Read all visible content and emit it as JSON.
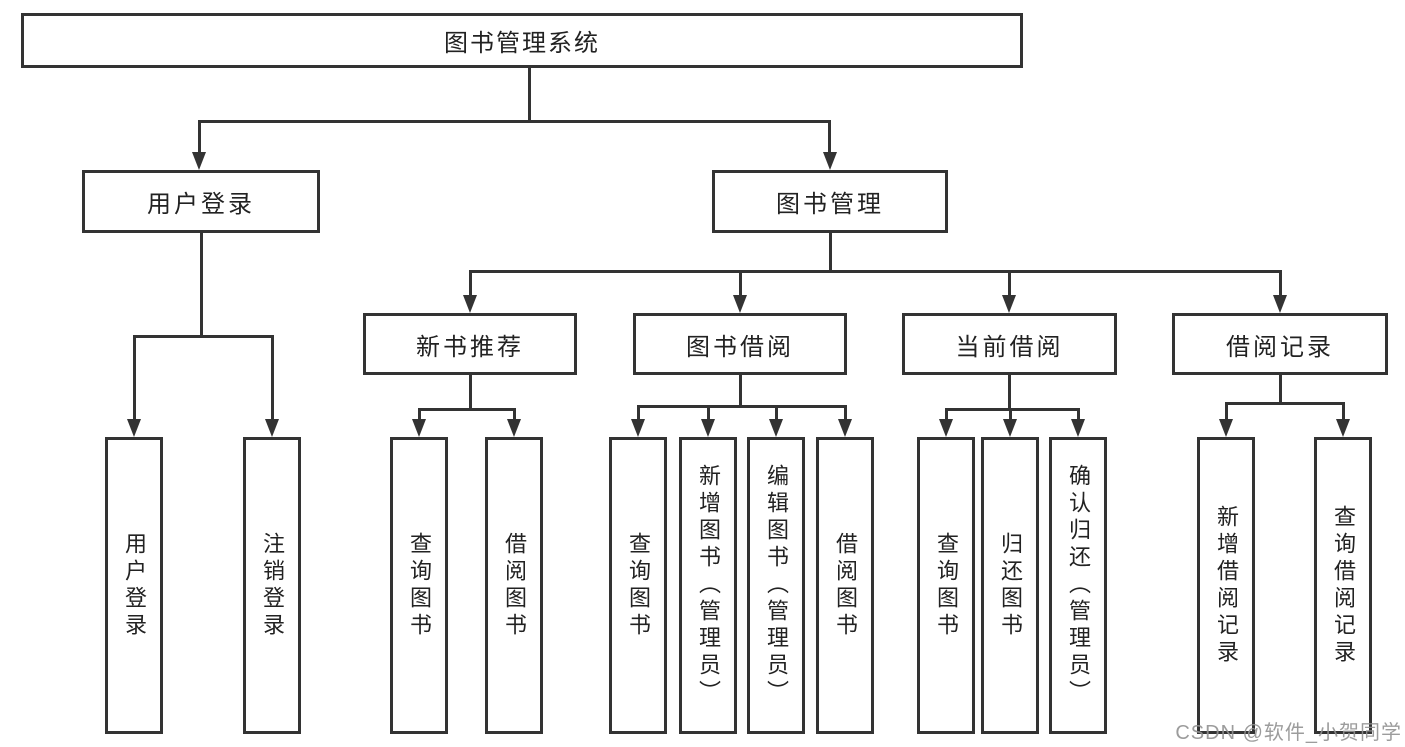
{
  "diagram": {
    "root": {
      "label": "图书管理系统"
    },
    "level1": [
      {
        "label": "用户登录"
      },
      {
        "label": "图书管理"
      }
    ],
    "level2": [
      {
        "label": "新书推荐"
      },
      {
        "label": "图书借阅"
      },
      {
        "label": "当前借阅"
      },
      {
        "label": "借阅记录"
      }
    ],
    "leaves": {
      "user_login": [
        {
          "label": "用户登录"
        },
        {
          "label": "注销登录"
        }
      ],
      "new_books": [
        {
          "label": "查询图书"
        },
        {
          "label": "借阅图书"
        }
      ],
      "book_borrow": [
        {
          "label": "查询图书"
        },
        {
          "label": "新增图书（管理员）"
        },
        {
          "label": "编辑图书（管理员）"
        },
        {
          "label": "借阅图书"
        }
      ],
      "current_borrow": [
        {
          "label": "查询图书"
        },
        {
          "label": "归还图书"
        },
        {
          "label": "确认归还（管理员）"
        }
      ],
      "borrow_records": [
        {
          "label": "新增借阅记录"
        },
        {
          "label": "查询借阅记录"
        }
      ]
    },
    "watermark": "CSDN @软件_小贺同学",
    "colors": {
      "line": "#333333",
      "text": "#222222",
      "background": "#ffffff",
      "watermark": "#919191"
    }
  }
}
